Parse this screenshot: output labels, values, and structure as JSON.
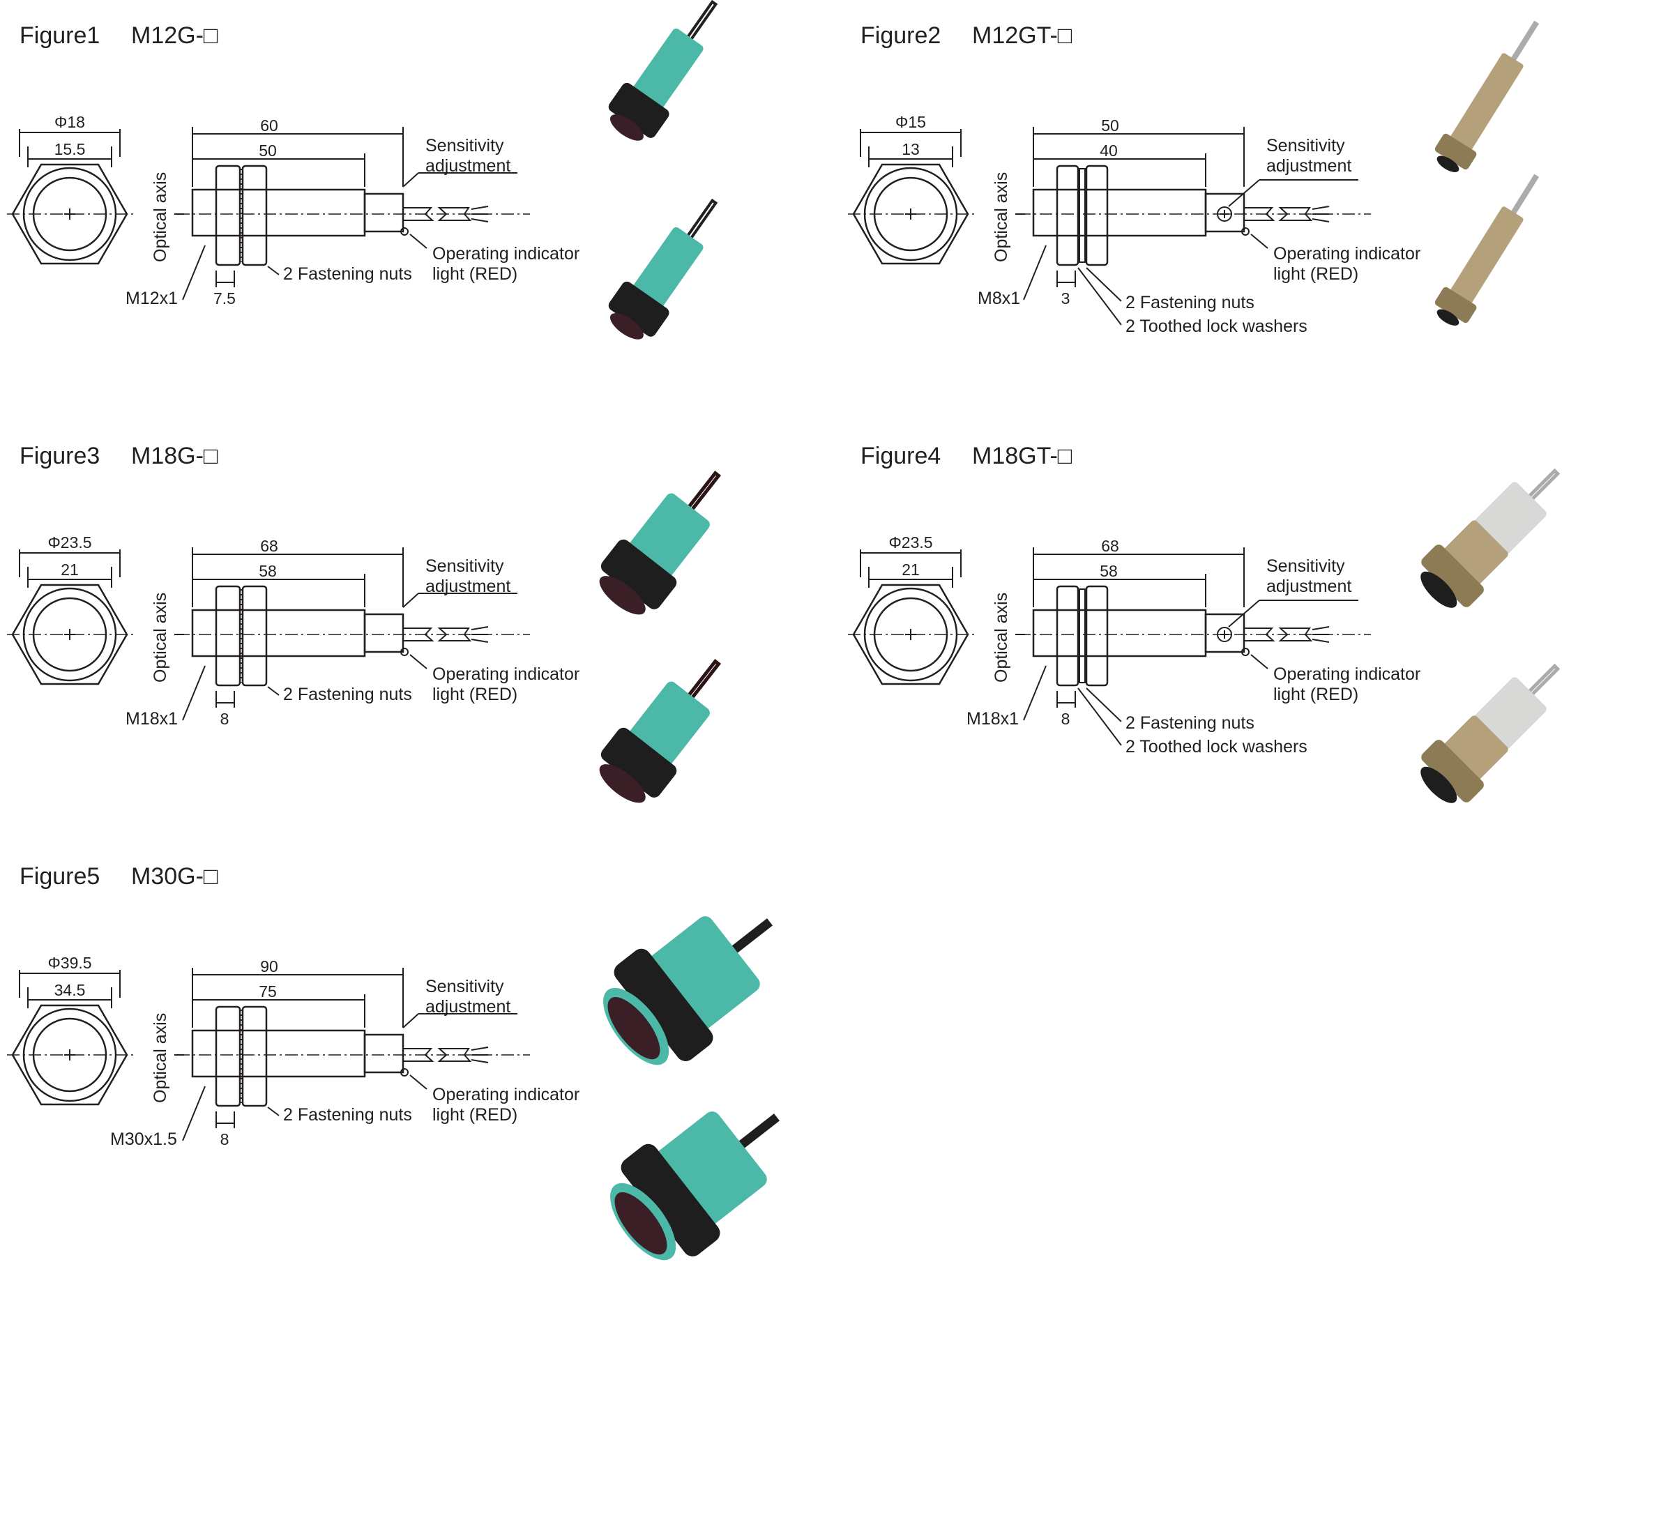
{
  "figures": [
    {
      "figure": "Figure1",
      "model": "M12G-□",
      "dims": {
        "outer_dia": "Φ18",
        "inner_dia": "15.5",
        "total_len": "60",
        "thread_len": "50",
        "nut_w": "7.5",
        "thread": "M12x1"
      },
      "labels": {
        "optical_axis": "Optical axis",
        "sensitivity_1": "Sensitivity",
        "sensitivity_2": "adjustment",
        "indicator_1": "Operating indicator",
        "indicator_2": "light (RED)",
        "nuts": "2 Fastening nuts"
      },
      "product_color": "#4bb8a8"
    },
    {
      "figure": "Figure2",
      "model": "M12GT-□",
      "dims": {
        "outer_dia": "Φ15",
        "inner_dia": "13",
        "total_len": "50",
        "thread_len": "40",
        "nut_w": "3",
        "thread": "M8x1"
      },
      "labels": {
        "optical_axis": "Optical axis",
        "sensitivity_1": "Sensitivity",
        "sensitivity_2": "adjustment",
        "indicator_1": "Operating indicator",
        "indicator_2": "light (RED)",
        "nuts": "2 Fastening nuts",
        "washers": "2 Toothed lock washers"
      },
      "product_color": "#b4a07a"
    },
    {
      "figure": "Figure3",
      "model": "M18G-□",
      "dims": {
        "outer_dia": "Φ23.5",
        "inner_dia": "21",
        "total_len": "68",
        "thread_len": "58",
        "nut_w": "8",
        "thread": "M18x1"
      },
      "labels": {
        "optical_axis": "Optical axis",
        "sensitivity_1": "Sensitivity",
        "sensitivity_2": "adjustment",
        "indicator_1": "Operating indicator",
        "indicator_2": "light (RED)",
        "nuts": "2 Fastening nuts"
      },
      "product_color": "#4bb8a8"
    },
    {
      "figure": "Figure4",
      "model": "M18GT-□",
      "dims": {
        "outer_dia": "Φ23.5",
        "inner_dia": "21",
        "total_len": "68",
        "thread_len": "58",
        "nut_w": "8",
        "thread": "M18x1"
      },
      "labels": {
        "optical_axis": "Optical axis",
        "sensitivity_1": "Sensitivity",
        "sensitivity_2": "adjustment",
        "indicator_1": "Operating indicator",
        "indicator_2": "light (RED)",
        "nuts": "2 Fastening nuts",
        "washers": "2 Toothed lock washers"
      },
      "product_color": "#b4a07a"
    },
    {
      "figure": "Figure5",
      "model": "M30G-□",
      "dims": {
        "outer_dia": "Φ39.5",
        "inner_dia": "34.5",
        "total_len": "90",
        "thread_len": "75",
        "nut_w": "8",
        "thread": "M30x1.5"
      },
      "labels": {
        "optical_axis": "Optical axis",
        "sensitivity_1": "Sensitivity",
        "sensitivity_2": "adjustment",
        "indicator_1": "Operating indicator",
        "indicator_2": "light (RED)",
        "nuts": "2 Fastening nuts"
      },
      "product_color": "#4bb8a8"
    }
  ]
}
